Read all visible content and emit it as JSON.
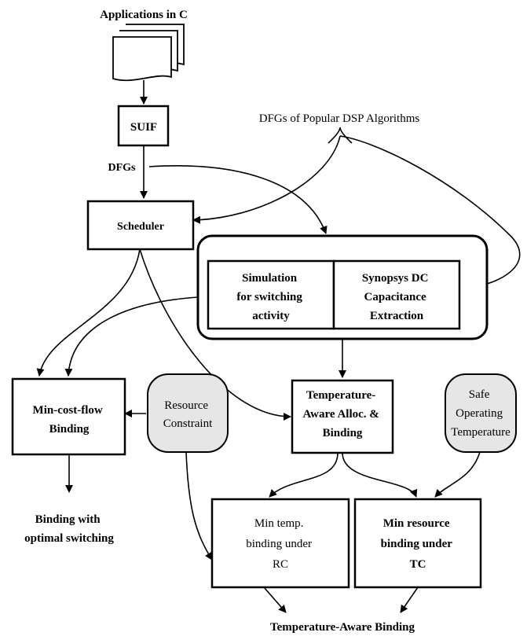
{
  "nodes": {
    "applications": "Applications in C",
    "suif": "SUIF",
    "dfgs_label": "DFGs",
    "dsp": "DFGs of Popular DSP Algorithms",
    "scheduler": "Scheduler",
    "simulation": [
      "Simulation",
      "for switching",
      "activity"
    ],
    "synopsys": [
      "Synopsys DC",
      "Capacitance",
      "Extraction"
    ],
    "mincost": [
      "Min-cost-flow",
      "Binding"
    ],
    "resource": [
      "Resource",
      "Constraint"
    ],
    "tempaware": [
      "Temperature-",
      "Aware Alloc. &",
      "Binding"
    ],
    "safe": [
      "Safe",
      "Operating",
      "Temperature"
    ],
    "optimal": [
      "Binding with",
      "optimal switching"
    ],
    "mintemp": [
      "Min temp.",
      "binding under",
      "RC"
    ],
    "minres": [
      "Min resource",
      "binding under",
      "TC"
    ],
    "final": "Temperature-Aware Binding"
  }
}
